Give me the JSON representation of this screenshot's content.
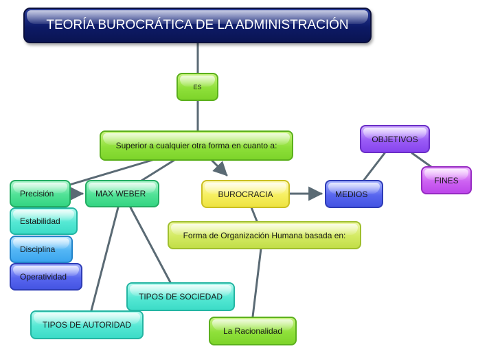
{
  "diagram": {
    "nodes": {
      "title": "TEORÍA BUROCRÁTICA DE LA ADMINISTRACIÓN",
      "es": "ES",
      "superior": "Superior a cualquier otra forma en cuanto a:",
      "precision": "Precisión",
      "estabilidad": "Estabilidad",
      "disciplina": "Disciplina",
      "operatividad": "Operatividad",
      "max_weber": "MAX WEBER",
      "burocracia": "BUROCRACIA",
      "forma": "Forma de Organización Humana basada en:",
      "racionalidad": "La Racionalidad",
      "tipos_sociedad": "TIPOS DE SOCIEDAD",
      "tipos_autoridad": "TIPOS DE AUTORIDAD",
      "medios": "MEDIOS",
      "objetivos": "OBJETIVOS",
      "fines": "FINES"
    },
    "colors": {
      "title": "#0d1a66",
      "green": "#8fe03a",
      "lime": "#d3ea62",
      "yellow": "#f6ef60",
      "mint": "#50e296",
      "teal": "#55e8d4",
      "sky": "#53b6f5",
      "blue": "#5866ef",
      "violet": "#9a5cf6",
      "magenta": "#cd62f2",
      "connector": "#5a6a74"
    }
  }
}
